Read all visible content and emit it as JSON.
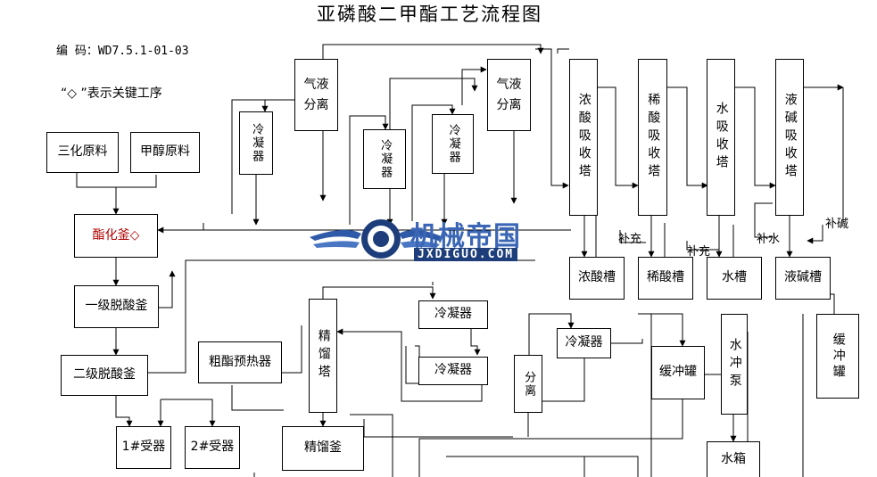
{
  "title": "亚磷酸二甲酯工艺流程图",
  "code_line": "编 码：WD7.5.1-01-03",
  "key_note": "“◇ ”表示关键工序",
  "boxes": {
    "pcl3": "三化原料",
    "methanol": "甲醇原料",
    "esterifier": "酯化釜◇",
    "deacid1": "一级脱酸釜",
    "deacid2": "二级脱酸釜",
    "receiver1": "1#受器",
    "receiver2": "2#受器",
    "crude_preheater": "粗酯预热器",
    "rect_tower": "精馏塔",
    "rect_kettle": "精馏釜",
    "condenser_a": "冷凝器",
    "condenser_b": "冷凝器",
    "condenser_c": "冷凝器",
    "condenser_d": "冷凝器",
    "condenser_e": "冷凝器",
    "condenser_f": "冷凝器",
    "gl_sep_1": "气液分离",
    "gl_sep_2": "气液分离",
    "separator": "分离",
    "conc_acid_tower": "浓酸吸收塔",
    "dil_acid_tower": "稀酸吸收塔",
    "water_tower": "水吸收塔",
    "alkali_tower": "液碱吸收塔",
    "conc_acid_tank": "浓酸槽",
    "dil_acid_tank": "稀酸槽",
    "water_tank": "水槽",
    "alkali_tank": "液碱槽",
    "buffer_tank_1": "缓冲罐",
    "water_pump": "水冲泵",
    "buffer_tank_2": "缓冲罐",
    "water_box": "水箱"
  },
  "labels": {
    "makeup_1": "补充",
    "makeup_2": "补充",
    "makeup_water": "补水",
    "makeup_alkali": "补碱"
  },
  "watermark": {
    "brand": "机械帝国",
    "site": "JXDIGUO.COM",
    "color": "#3a66b5"
  }
}
